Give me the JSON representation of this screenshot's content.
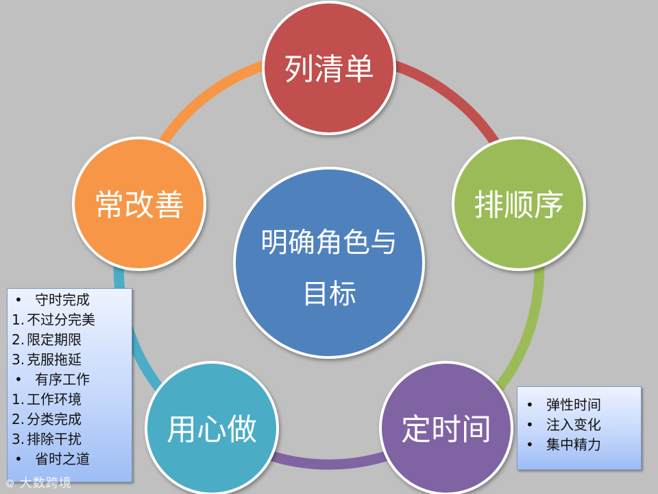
{
  "center": {
    "line1": "明确角色与",
    "line2": "目标"
  },
  "nodes": [
    {
      "label": "列清单",
      "color": "#c0504d"
    },
    {
      "label": "排顺序",
      "color": "#9bbb59"
    },
    {
      "label": "定时间",
      "color": "#8064a2"
    },
    {
      "label": "用心做",
      "color": "#4bacc6"
    },
    {
      "label": "常改善",
      "color": "#f79646"
    }
  ],
  "center_color": "#4f81bd",
  "left_note": [
    {
      "marker": "•",
      "text": "守时完成"
    },
    {
      "marker": "1.",
      "text": "不过分完美"
    },
    {
      "marker": "2.",
      "text": "限定期限"
    },
    {
      "marker": "3.",
      "text": "克服拖延"
    },
    {
      "marker": "•",
      "text": "有序工作"
    },
    {
      "marker": "1.",
      "text": "工作环境"
    },
    {
      "marker": "2.",
      "text": "分类完成"
    },
    {
      "marker": "3.",
      "text": "排除干扰"
    },
    {
      "marker": "•",
      "text": "省时之道"
    }
  ],
  "right_note": [
    {
      "marker": "•",
      "text": "弹性时间"
    },
    {
      "marker": "•",
      "text": "注入变化"
    },
    {
      "marker": "•",
      "text": "集中精力"
    }
  ],
  "watermark": "大数跨境"
}
